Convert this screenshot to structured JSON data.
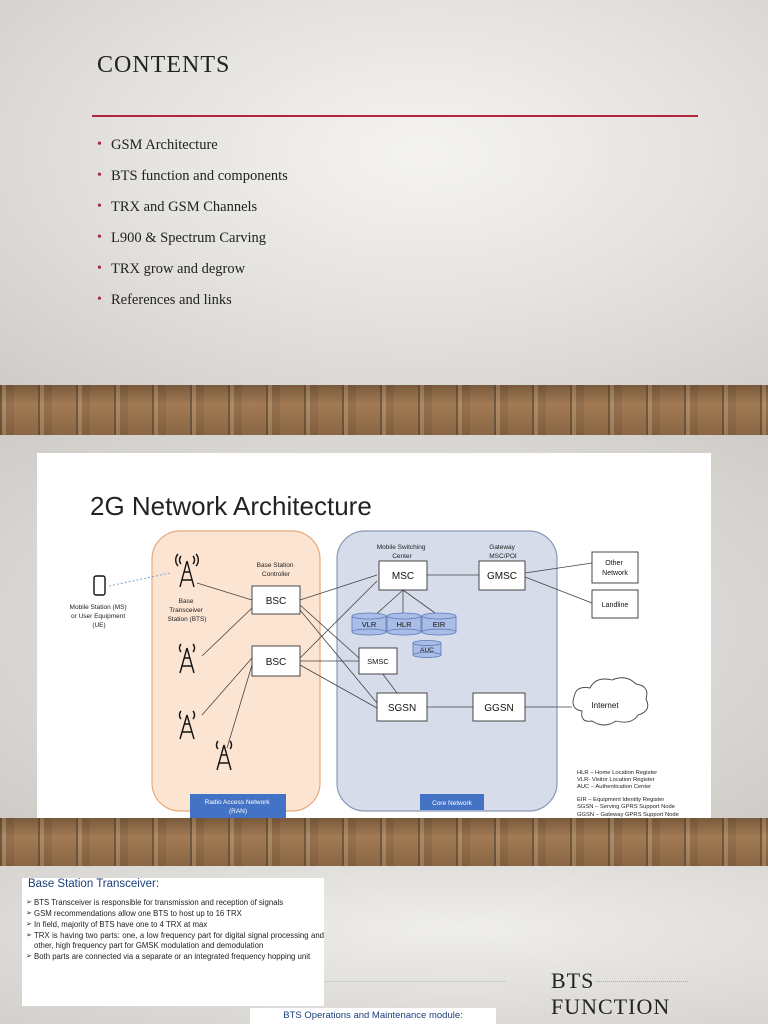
{
  "slide1": {
    "title": "CONTENTS",
    "bullets": [
      "GSM Architecture",
      "BTS function and components",
      "TRX and GSM Channels",
      "L900 & Spectrum Carving",
      "TRX grow and degrow",
      "References and links"
    ]
  },
  "slide2": {
    "title": "2G Network Architecture",
    "ms_label": [
      "Mobile Station (MS)",
      "or User Equipment",
      "(UE)"
    ],
    "bts_label": [
      "Base",
      "Transceiver",
      "Station (BTS)"
    ],
    "bsc_caption": [
      "Base Station",
      "Controller"
    ],
    "msc_caption": [
      "Mobile Switching",
      "Center"
    ],
    "gmsc_caption": [
      "Gateway",
      "MSC/POI"
    ],
    "nodes": {
      "bsc1": "BSC",
      "bsc2": "BSC",
      "msc": "MSC",
      "gmsc": "GMSC",
      "vlr": "VLR",
      "hlr": "HLR",
      "eir": "EIR",
      "auc": "AUC",
      "smsc": "SMSC",
      "sgsn": "SGSN",
      "ggsn": "GGSN"
    },
    "other_network": [
      "Other",
      "Network"
    ],
    "landline": "Landline",
    "internet": "Internet",
    "ran_label": [
      "Radio Access Network",
      "(RAN)"
    ],
    "core_label": "Core Network",
    "legend": [
      "HLR – Home Location Register",
      "VLR- Visitor Location Register",
      "AUC – Authentication Center",
      "EIR – Equipment Identity Register",
      "SGSN – Serving GPRS Support Node",
      "GGSN – Gateway GPRS Support Node"
    ],
    "colors": {
      "ran_fill": "#fce4d2",
      "ran_stroke": "#e9a878",
      "core_fill": "#d6dcea",
      "core_stroke": "#8c98b8",
      "db_fill": "#a9bde6",
      "label_fill": "#4472c4"
    }
  },
  "slide3": {
    "heading": "Base Station Transceiver:",
    "items": [
      "BTS   Transceiver is responsible for transmission and reception of signals",
      "GSM recommendations allow one BTS to host up to 16 TRX",
      "In field, majority of BTS have one to 4 TRX at max",
      "TRX is having two parts: one, a low frequency part for digital signal processing and other, high frequency part for GMSK modulation and demodulation",
      "Both parts are connected via a separate or an integrated frequency hopping unit"
    ],
    "oam_heading": "BTS Operations and Maintenance module:",
    "title_line1": "BTS",
    "title_line2": "FUNCTION"
  }
}
